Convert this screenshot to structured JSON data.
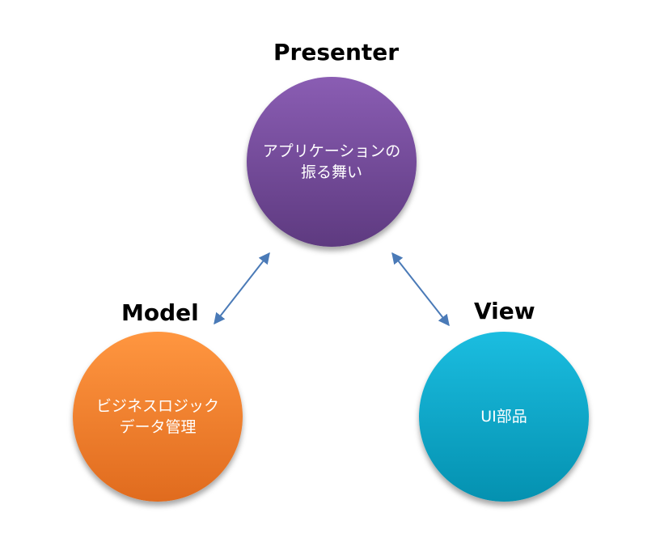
{
  "presenter": {
    "title": "Presenter",
    "line1": "アプリケーションの",
    "line2": "振る舞い",
    "color": "#7b4fa6"
  },
  "model": {
    "title": "Model",
    "line1": "ビジネスロジック",
    "line2": "データ管理",
    "color": "#f57f2c"
  },
  "view": {
    "title": "View",
    "line1": "UI部品",
    "color": "#0aa8c8"
  },
  "arrow_color": "#4a7ab7"
}
